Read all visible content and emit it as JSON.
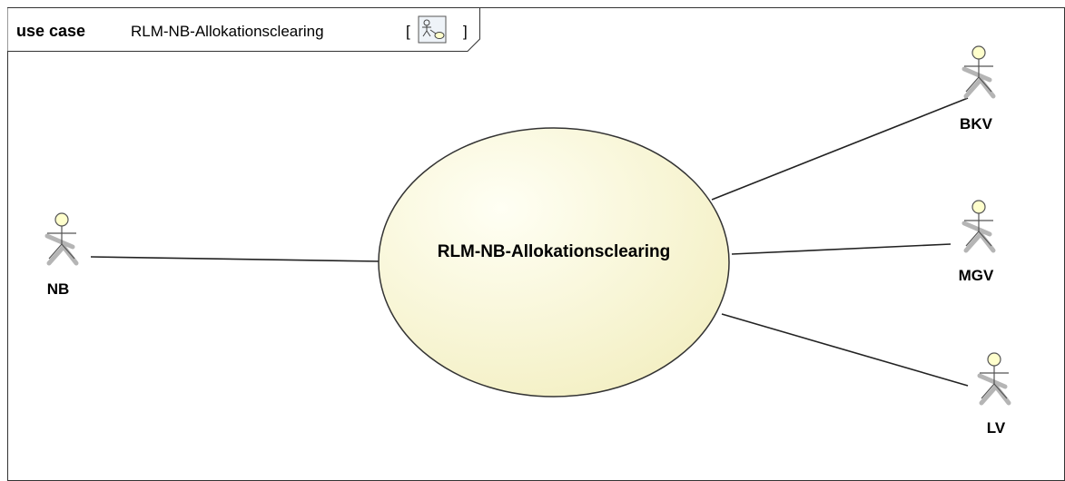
{
  "frame": {
    "keyword": "use case",
    "name": "RLM-NB-Allokationsclearing",
    "bracket_open": "[",
    "bracket_close": "]",
    "icon": "use-case-diagram-icon"
  },
  "use_case": {
    "label": "RLM-NB-Allokationsclearing",
    "fill_light": "#fffff4",
    "fill_dark": "#f3efc2"
  },
  "actors": {
    "nb": {
      "label": "NB"
    },
    "bkv": {
      "label": "BKV"
    },
    "mgv": {
      "label": "MGV"
    },
    "lv": {
      "label": "LV"
    }
  },
  "colors": {
    "actor_head": "#ffffcc",
    "actor_line": "#555555",
    "line": "#222222"
  }
}
